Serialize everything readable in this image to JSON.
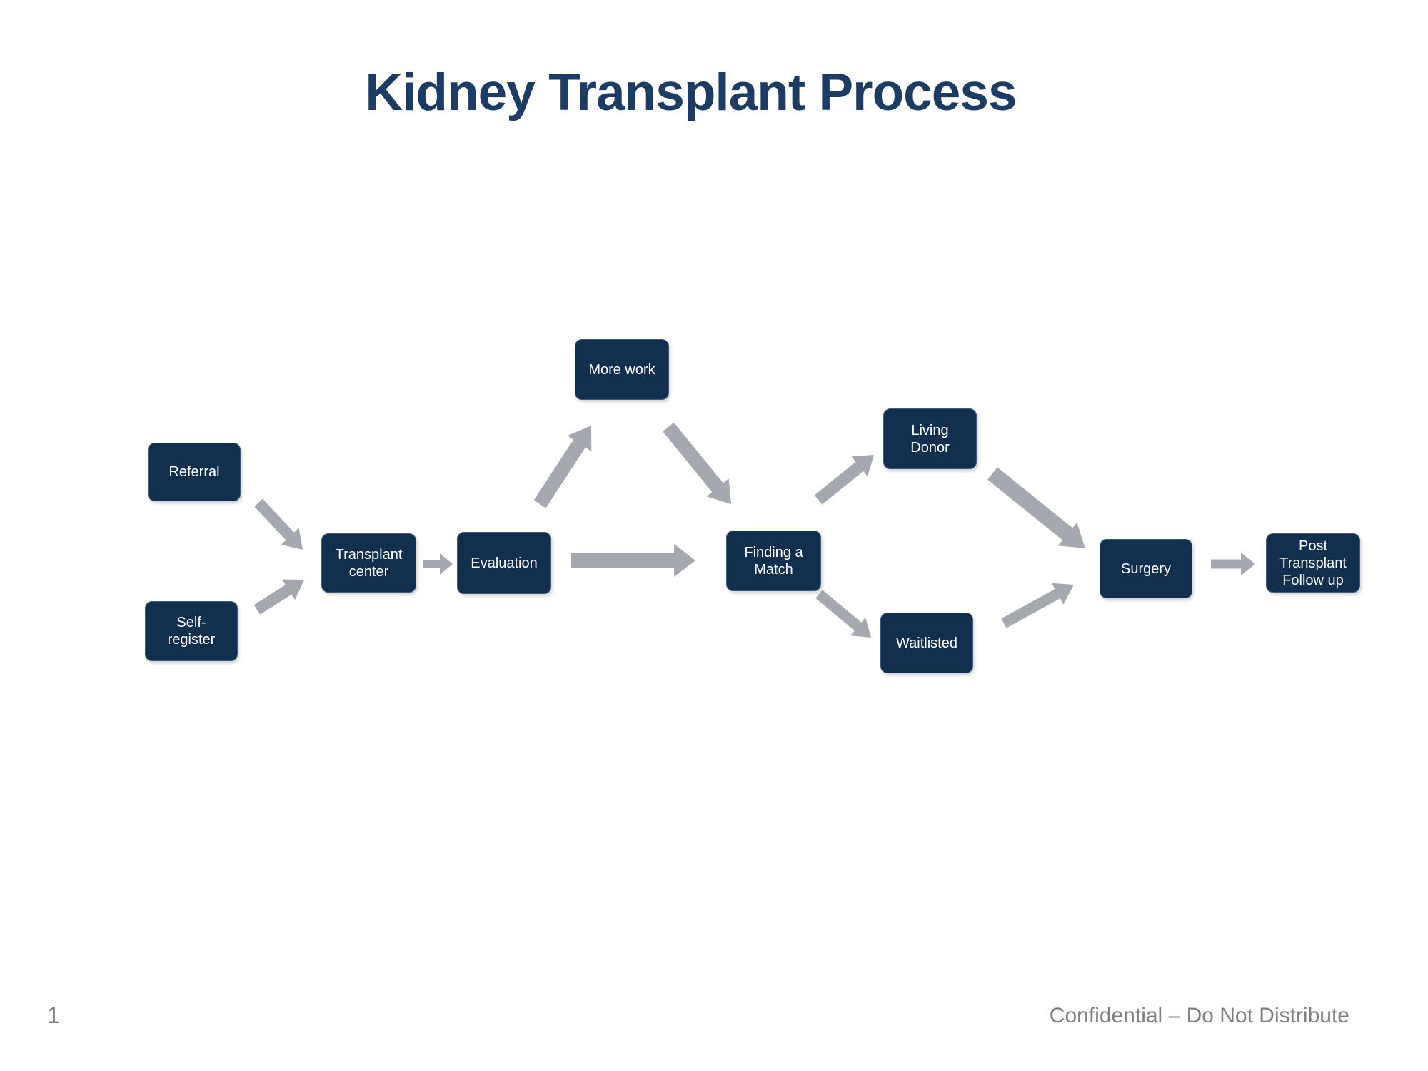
{
  "slide": {
    "title": "Kidney Transplant Process",
    "page_number": "1",
    "footer": "Confidential – Do Not Distribute"
  },
  "theme": {
    "box_fill": "#12304d",
    "box_text_color": "#ffffff",
    "title_color": "#1d3c63",
    "arrow_color": "#a5a8ae",
    "footer_color": "#7f7f7f",
    "background": "#ffffff"
  },
  "diagram": {
    "nodes": [
      {
        "id": "referral",
        "label": "Referral"
      },
      {
        "id": "self-register",
        "label": "Self-\nregister"
      },
      {
        "id": "transplant-center",
        "label": "Transplant\ncenter"
      },
      {
        "id": "evaluation",
        "label": "Evaluation"
      },
      {
        "id": "more-work",
        "label": "More work"
      },
      {
        "id": "finding-a-match",
        "label": "Finding a\nMatch"
      },
      {
        "id": "living-donor",
        "label": "Living\nDonor"
      },
      {
        "id": "waitlisted",
        "label": "Waitlisted"
      },
      {
        "id": "surgery",
        "label": "Surgery"
      },
      {
        "id": "post-transplant-follow-up",
        "label": "Post\nTransplant\nFollow up"
      }
    ],
    "edges": [
      {
        "from": "referral",
        "to": "transplant-center"
      },
      {
        "from": "self-register",
        "to": "transplant-center"
      },
      {
        "from": "transplant-center",
        "to": "evaluation"
      },
      {
        "from": "evaluation",
        "to": "more-work"
      },
      {
        "from": "more-work",
        "to": "finding-a-match"
      },
      {
        "from": "evaluation",
        "to": "finding-a-match"
      },
      {
        "from": "finding-a-match",
        "to": "living-donor"
      },
      {
        "from": "finding-a-match",
        "to": "waitlisted"
      },
      {
        "from": "living-donor",
        "to": "surgery"
      },
      {
        "from": "waitlisted",
        "to": "surgery"
      },
      {
        "from": "surgery",
        "to": "post-transplant-follow-up"
      }
    ]
  }
}
